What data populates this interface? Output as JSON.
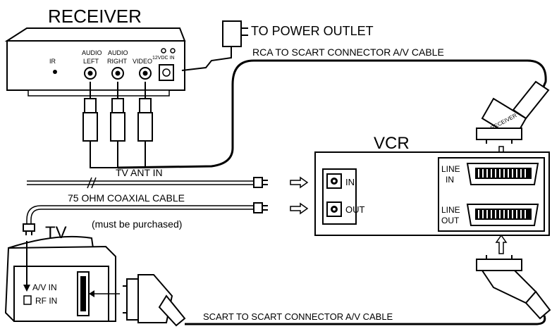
{
  "labels": {
    "receiver": "RECEIVER",
    "power_outlet": "TO  POWER OUTLET",
    "rca_cable": "RCA TO SCART CONNECTOR A/V CABLE",
    "vcr": "VCR",
    "tv_ant_in": "TV ANT IN",
    "coaxial_cable": "75 OHM COAXIAL CABLE",
    "must_be_purchased": "(must be purchased)",
    "tv": "TV",
    "scart_cable": "SCART  TO  SCART  CONNECTOR A/V CABLE"
  },
  "receiver_panel": {
    "ir": "IR",
    "audio_left_line1": "AUDIO",
    "audio_left_line2": "LEFT",
    "audio_right_line1": "AUDIO",
    "audio_right_line2": "RIGHT",
    "video": "VIDEO",
    "dc_in": "12VDC IN",
    "scart_plug_text": "RECEIVER"
  },
  "vcr_panel": {
    "in": "IN",
    "out": "OUT",
    "line_in_line1": "LINE",
    "line_in_line2": "IN",
    "line_out_line1": "LINE",
    "line_out_line2": "OUT"
  },
  "tv_panel": {
    "av_in": "A/V IN",
    "rf_in": "RF IN"
  }
}
